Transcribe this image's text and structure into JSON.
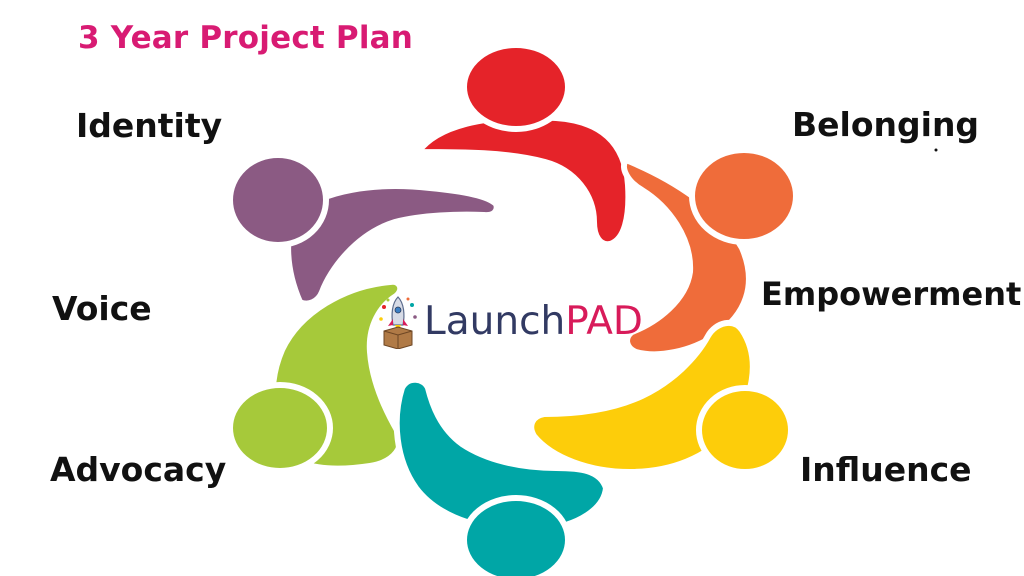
{
  "title": "3 Year Project Plan",
  "labels": {
    "identity": "Identity",
    "belonging": "Belonging",
    "voice": "Voice",
    "empowerment": "Empowerment",
    "advocacy": "Advocacy",
    "influence": "Influence"
  },
  "logo": {
    "text_main": "Launch",
    "text_accent": "PAD",
    "icon": "rocket-in-box-icon"
  },
  "figures": [
    {
      "name": "red-person",
      "color": "#e52329"
    },
    {
      "name": "orange-person",
      "color": "#ef6c3a"
    },
    {
      "name": "yellow-person",
      "color": "#fdcd0a"
    },
    {
      "name": "teal-person",
      "color": "#00a6a6"
    },
    {
      "name": "green-person",
      "color": "#a6c93a"
    },
    {
      "name": "purple-person",
      "color": "#8b5a83"
    }
  ],
  "colors": {
    "title": "#d81b73",
    "logo_main": "#323a63",
    "logo_accent": "#d81b5a"
  }
}
